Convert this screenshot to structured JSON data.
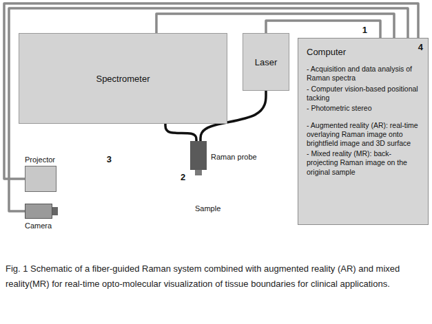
{
  "diagram": {
    "caption": "Fig. 1 Schematic of a fiber-guided Raman system combined with augmented reality (AR) and mixed reality(MR) for real-time opto-molecular visualization of tissue boundaries for clinical applications.",
    "nodes": [
      {
        "text": [
          "1"
        ]
      },
      {
        "text": [
          "Spectrometer"
        ],
        "in": 0
      },
      {
        "text": [
          "Laser"
        ],
        "in": 0
      },
      {
        "text": [
          "Raman probe"
        ],
        "in": 0
      },
      {
        "text": [
          "Computer",
          "4",
          "- Acquisition and data analysis of Raman spectra",
          "- Computer vision-based positional tacking",
          "- Photometric stereo",
          "- Augmented reality (AR): real-time overlaying Raman image onto brightfield image and 3D surface",
          "- Mixed reality (MR): back-projecting Raman image on the original sample"
        ]
      },
      {
        "text": [
          "3"
        ]
      },
      {
        "text": [
          "Projector"
        ],
        "in": 5
      },
      {
        "text": [
          "Camera"
        ],
        "in": 5
      }
    ],
    "edges": [
      {
        "from": 4,
        "to": 1,
        "arrow": "none"
      },
      {
        "from": 4,
        "to": 2,
        "arrow": "none"
      },
      {
        "from": 4,
        "to": 6,
        "arrow": "none"
      },
      {
        "from": 4,
        "to": 7,
        "arrow": "none"
      },
      {
        "from": 1,
        "to": 3,
        "arrow": "none"
      },
      {
        "from": 2,
        "to": 3,
        "arrow": "none"
      }
    ],
    "labels": [
      "2",
      "Sample"
    ]
  }
}
